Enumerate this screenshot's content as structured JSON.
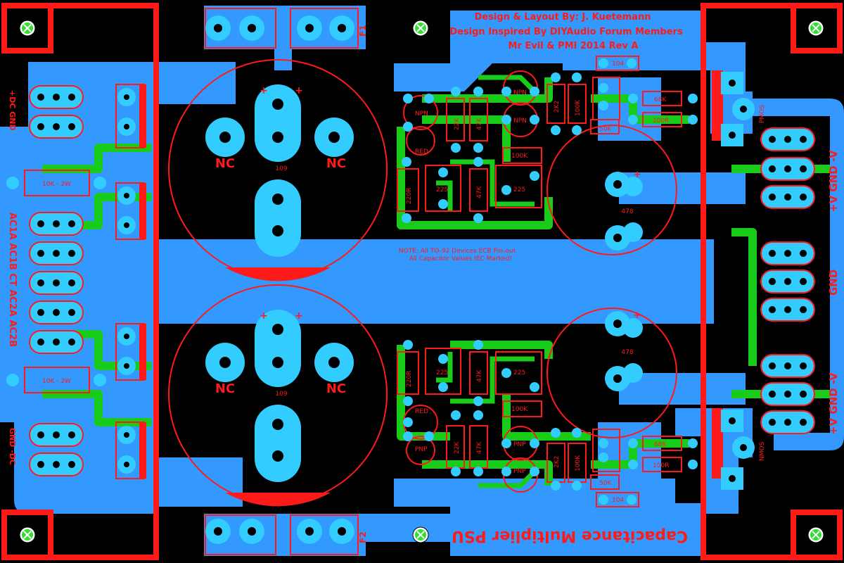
{
  "credits": {
    "line1": "Design & Layout By: J. Kuetemann",
    "line2": "Design Inspired By DIYAudio Forum Members",
    "line3": "Mr Evil & PMI   2014   Rev A"
  },
  "board_title": "Capacitance Multiplier PSU",
  "note": {
    "line1": "NOTE: All TO-92 Devices ECB Pin-out",
    "line2": "All Capacitor Values IEC Marked!"
  },
  "fuses": {
    "top": "F1",
    "bottom": "F2"
  },
  "big_caps": {
    "value": "109",
    "nc": "NC",
    "plus": "+"
  },
  "out_caps": {
    "value": "478",
    "plus": "+"
  },
  "left_terminals": {
    "dc_top": "+DC GND",
    "ac": "AC1A  AC1B  CT  AC2A  AC2B",
    "dc_bottom": "GND -DC"
  },
  "right_terminals": {
    "top": "+V  GND  -V",
    "mid": "GND",
    "bottom": "+V  GND  -V"
  },
  "mosfets": {
    "top": "PMOS",
    "bottom": "NMOS"
  },
  "resistors": {
    "bleeder": "10K - 2W",
    "r220": "220R",
    "r22k": "22K",
    "r47k": "47K",
    "r100k": "100K",
    "r2k2": "2K2",
    "r68k": "68K",
    "r100r": "100R",
    "r50k": "50K",
    "c225": "225",
    "c104": "104"
  },
  "transistors": {
    "npn": "NPN",
    "pnp": "PNP",
    "led": "RED"
  },
  "colors": {
    "background": "#000000",
    "copper_blue": "#3399ff",
    "silk_red": "#ff1a1a",
    "pad_cyan": "#33ccff",
    "trace_green": "#19cc19",
    "mount_hole": "#33dd33"
  }
}
